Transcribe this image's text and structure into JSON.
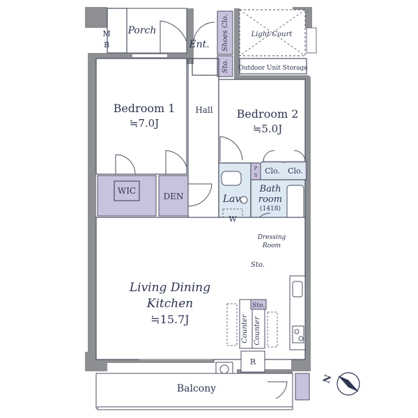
{
  "rooms": {
    "mb": "M B",
    "porch": "Porch",
    "ent": "Ent.",
    "shoes_clo": "Shoes Clo.",
    "light_court": "Light Court",
    "sto_hall": "Sto.",
    "outdoor_unit_storage": "Outdoor Unit Storage",
    "bedroom1": "Bedroom 1",
    "bedroom1_size": "≒7.0J",
    "hall": "Hall",
    "bedroom2": "Bedroom 2",
    "bedroom2_size": "≒5.0J",
    "clo1": "Clo.",
    "clo2": "Clo.",
    "ps": "P S",
    "wic": "WIC",
    "den": "DEN",
    "lav": "Lav.",
    "w": "W",
    "bathroom_line1": "Bath",
    "bathroom_line2": "room",
    "bathroom_code": "(1418)",
    "dressing_line1": "Dressing",
    "dressing_line2": "Room",
    "sto_dressing": "Sto.",
    "ldk_line1": "Living Dining",
    "ldk_line2": "Kitchen",
    "ldk_size": "≒15.7J",
    "sto_kitchen": "Sto.",
    "counter1": "Counter",
    "counter2": "Counter",
    "refrigerator": "R",
    "balcony": "Balcony"
  },
  "compass": {
    "label": "N"
  },
  "colors": {
    "wall": "#8d8f93",
    "storage": "#c9c2dd",
    "wet_area": "#dde9f2",
    "text": "#2c3550"
  }
}
